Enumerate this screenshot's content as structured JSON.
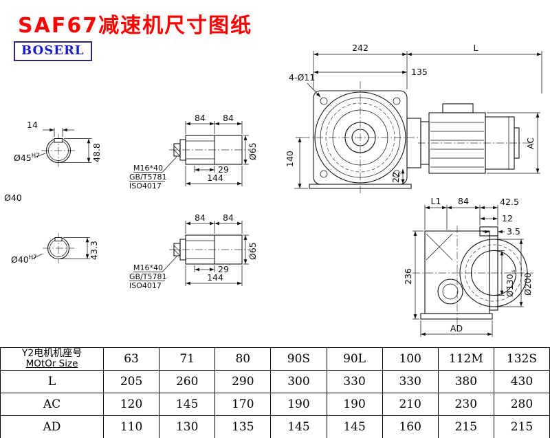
{
  "title": "SAF67减速机尺寸图纸",
  "brand": "BOSERL",
  "dims": {
    "front": {
      "d242": "242",
      "dL": "L",
      "d135": "135",
      "holes": "4-Ø11",
      "d140": "140",
      "d22": "22",
      "dAC": "AC"
    },
    "end1": {
      "d14": "14",
      "bore": "Ø45",
      "fit": "H7",
      "d488": "48.8",
      "d40": "Ø40"
    },
    "end2": {
      "bore": "Ø40",
      "fit": "H7",
      "d433": "43.3"
    },
    "det1": {
      "d84a": "84",
      "d84b": "84",
      "d29": "29",
      "d144": "144",
      "d65": "Ø65",
      "note1": "M16*40",
      "note2": "GB/T5781",
      "note3": "ISO4017"
    },
    "det2": {
      "d84a": "84",
      "d84b": "84",
      "d29": "29",
      "d144": "144",
      "d65": "Ø65",
      "note1": "M16*40",
      "note2": "GB/T5781",
      "note3": "ISO4017"
    },
    "side": {
      "dL1": "L1",
      "d84": "84",
      "d425": "42.5",
      "d12": "12",
      "d35": "3.5",
      "d236": "236",
      "d130": "Ø130",
      "d130fit": "js",
      "d200": "Ø200",
      "dAD": "AD"
    }
  },
  "table": {
    "header_cn": "Y2电机机座号",
    "header_en": "MOtOr Size",
    "sizes": [
      "63",
      "71",
      "80",
      "90S",
      "90L",
      "100",
      "112M",
      "132S"
    ],
    "rows": [
      {
        "label": "L",
        "values": [
          "205",
          "260",
          "290",
          "300",
          "330",
          "330",
          "380",
          "430"
        ]
      },
      {
        "label": "AC",
        "values": [
          "120",
          "145",
          "170",
          "190",
          "190",
          "210",
          "230",
          "280"
        ]
      },
      {
        "label": "AD",
        "values": [
          "110",
          "130",
          "135",
          "145",
          "145",
          "160",
          "215",
          "215"
        ]
      }
    ]
  }
}
